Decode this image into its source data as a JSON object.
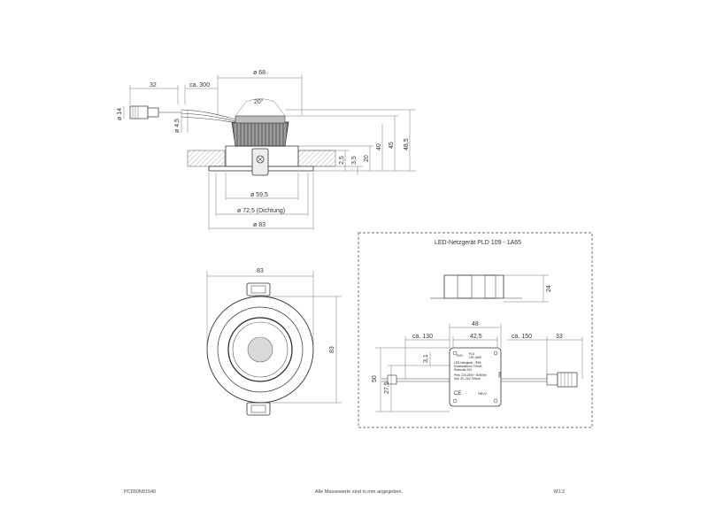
{
  "side_view": {
    "d_outer_top": "ø 68",
    "connector_len": "32",
    "cable_len": "ca. 300",
    "angle": "20°",
    "conn_dia": "ø 14",
    "cable_dia": "ø 4,5",
    "h_2_5": "2,5",
    "h_3_5": "3,5",
    "h_20": "20",
    "h_40": "40",
    "h_45": "45",
    "h_48_5": "48,5",
    "d_59_5": "ø 59,5",
    "d_72_5": "ø 72,5 (Dichtung)",
    "d_83": "ø 83"
  },
  "top_view": {
    "width": "83",
    "height": "83"
  },
  "driver": {
    "title": "LED-Netzgerät PLD 109 - 1A65",
    "height_24": "24",
    "w_48": "48",
    "w_42_5": "42,5",
    "cable_in": "ca. 130",
    "cable_out": "ca. 150",
    "conn_len": "33",
    "h_50": "50",
    "h_27_5": "27,5",
    "h_3_1": "3,1",
    "label": {
      "brand": "EVN",
      "model": "PLD",
      "model2": "109-1A65",
      "line1": "LED-Netzgerät · IP65",
      "line2": "Konstantstrom 700mA",
      "line3": "Sekundär 24V",
      "line4": "Prim. 220-240V~ 50/60Hz",
      "line5": "Sek. 3V–24V 700mA",
      "ce": "CE",
      "selv": "SELV",
      "side": "IP65"
    }
  },
  "footer": {
    "code": "PC650N91540",
    "note": "Alle Massewerte sind in mm angegeben.",
    "scale": "M1:2"
  }
}
